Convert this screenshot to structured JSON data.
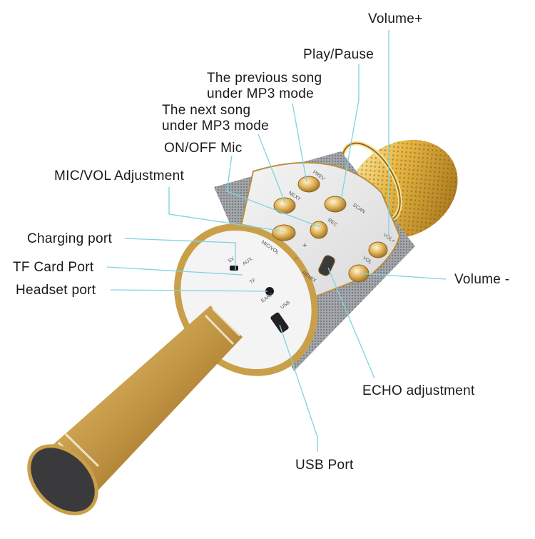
{
  "labels": {
    "volume_plus": "Volume+",
    "play_pause": "Play/Pause",
    "previous_song": [
      "The previous song",
      "under MP3 mode"
    ],
    "next_song": [
      "The next song",
      "under MP3 mode"
    ],
    "on_off_mic": "ON/OFF Mic",
    "mic_vol": "MIC/VOL Adjustment",
    "charging_port": "Charging port",
    "tf_card": "TF Card Port",
    "headset": "Headset port",
    "volume_minus": "Volume -",
    "echo": "ECHO adjustment",
    "usb": "USB Port"
  },
  "device_markings": {
    "prev": "PREV",
    "next": "NEXT",
    "scan": "SCAN",
    "rec": "REC",
    "mic_vol": "MIC/VOL",
    "remix": "REMIX",
    "vol": "VOL",
    "vol_plus": "VOL+",
    "plus": "+",
    "minus": "−",
    "five_v": "5V",
    "aux": "AUX",
    "tf": "TF",
    "earphone": "EARP",
    "usb": "USB"
  },
  "colors": {
    "gold": "#c9a04a",
    "gold_dark": "#8a6420",
    "silver": "#8e9297",
    "leader_line": "#7fd3df",
    "text": "#1a1a1a"
  }
}
